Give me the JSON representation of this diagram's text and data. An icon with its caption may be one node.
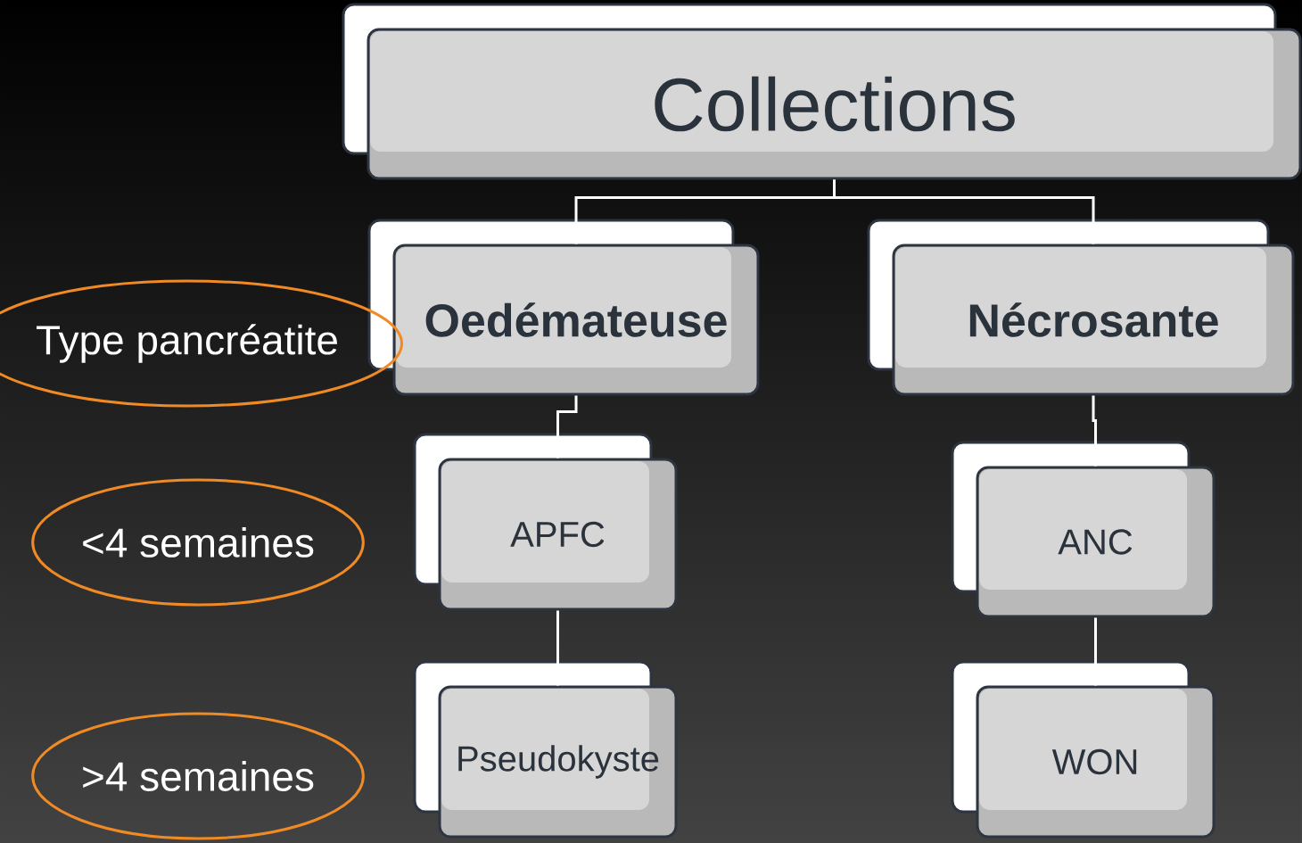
{
  "diagram": {
    "nodes": [
      {
        "text": [
          "Collections"
        ]
      },
      {
        "text": [
          "Oedémateuse"
        ]
      },
      {
        "text": [
          "Nécrosante"
        ]
      },
      {
        "text": [
          "APFC"
        ]
      },
      {
        "text": [
          "ANC"
        ]
      },
      {
        "text": [
          "Pseudokyste"
        ]
      },
      {
        "text": [
          "WON"
        ]
      },
      {
        "text": [
          "Type pancréatite"
        ]
      },
      {
        "text": [
          "<4 semaines"
        ]
      },
      {
        "text": [
          ">4 semaines"
        ]
      }
    ],
    "edges": [
      {
        "from": 0,
        "to": 1,
        "arrow": "none"
      },
      {
        "from": 0,
        "to": 2,
        "arrow": "none"
      },
      {
        "from": 1,
        "to": 3,
        "arrow": "none"
      },
      {
        "from": 3,
        "to": 5,
        "arrow": "none"
      },
      {
        "from": 2,
        "to": 4,
        "arrow": "none"
      },
      {
        "from": 4,
        "to": 6,
        "arrow": "none"
      }
    ]
  }
}
